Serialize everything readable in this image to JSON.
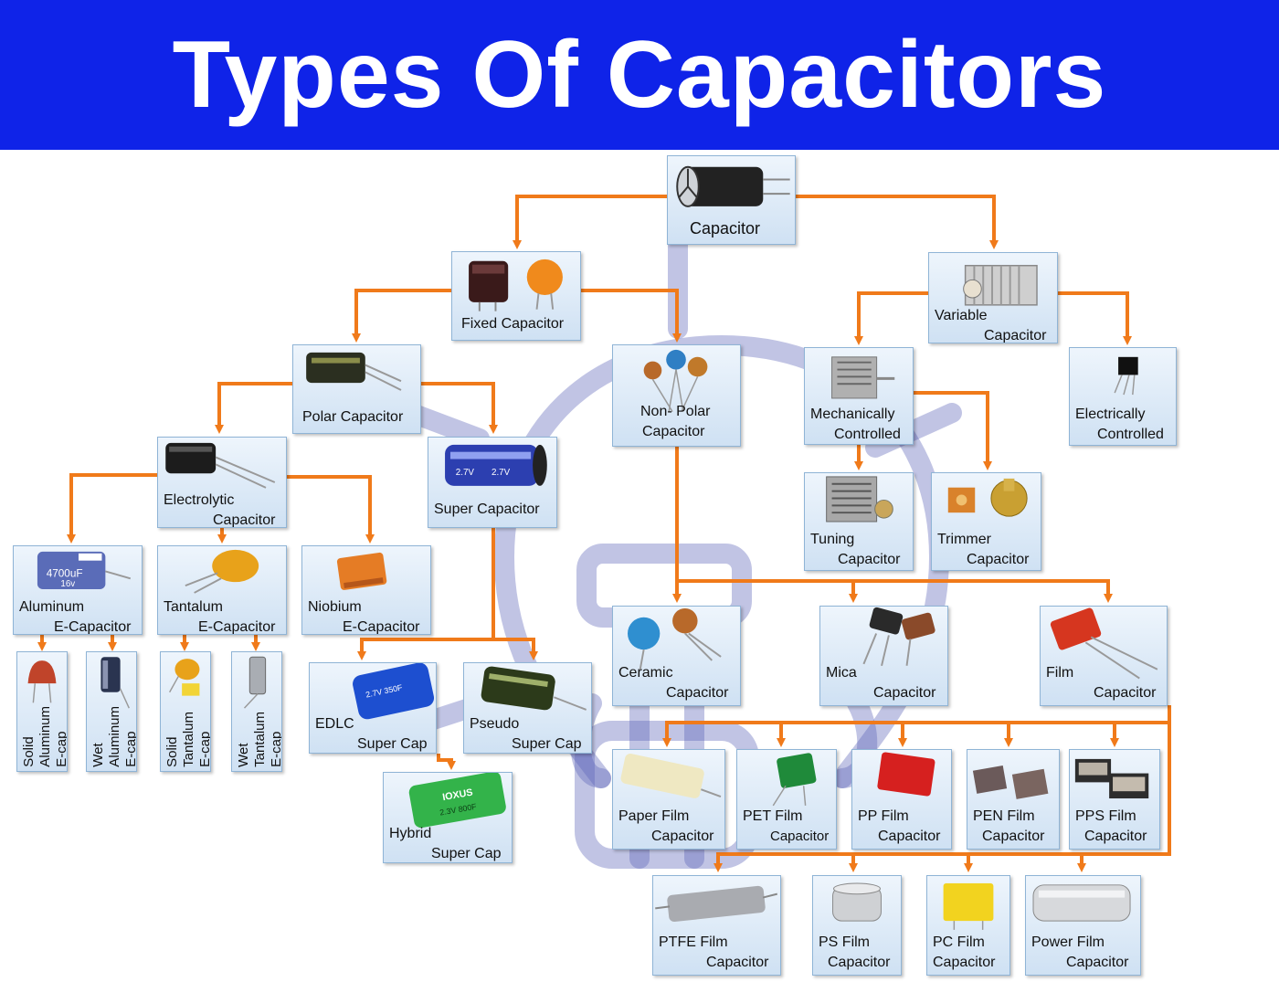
{
  "header": {
    "title": "Types Of Capacitors"
  },
  "colors": {
    "banner": "#0f23e8",
    "connector": "#f07a1a",
    "node_border": "#8fb4d6",
    "watermark": "#5b63b8"
  },
  "nodes": {
    "capacitor": [
      "Capacitor"
    ],
    "fixed": [
      "Fixed Capacitor"
    ],
    "variable": [
      "Variable",
      "Capacitor"
    ],
    "polar": [
      "Polar Capacitor"
    ],
    "nonpolar": [
      "Non- Polar",
      "Capacitor"
    ],
    "mechanical": [
      "Mechanically",
      "Controlled"
    ],
    "electrical": [
      "Electrically",
      "Controlled"
    ],
    "electrolytic": [
      "Electrolytic",
      "Capacitor"
    ],
    "super": [
      "Super Capacitor"
    ],
    "tuning": [
      "Tuning",
      "Capacitor"
    ],
    "trimmer": [
      "Trimmer",
      "Capacitor"
    ],
    "aluminum": [
      "Aluminum",
      "E-Capacitor"
    ],
    "tantalum": [
      "Tantalum",
      "E-Capacitor"
    ],
    "niobium": [
      "Niobium",
      "E-Capacitor"
    ],
    "ceramic": [
      "Ceramic",
      "Capacitor"
    ],
    "mica": [
      "Mica",
      "Capacitor"
    ],
    "film": [
      "Film",
      "Capacitor"
    ],
    "edlc": [
      "EDLC",
      "Super Cap"
    ],
    "pseudo": [
      "Pseudo",
      "Super Cap"
    ],
    "hybrid": [
      "Hybrid",
      "Super Cap"
    ],
    "paper": [
      "Paper Film",
      "Capacitor"
    ],
    "pet": [
      "PET Film",
      "Capacitor"
    ],
    "pp": [
      "PP Film",
      "Capacitor"
    ],
    "pen": [
      "PEN Film",
      "Capacitor"
    ],
    "pps": [
      "PPS Film",
      "Capacitor"
    ],
    "ptfe": [
      "PTFE Film",
      "Capacitor"
    ],
    "ps": [
      "PS Film",
      "Capacitor"
    ],
    "pc": [
      "PC Film",
      "Capacitor"
    ],
    "power": [
      "Power Film",
      "Capacitor"
    ]
  },
  "vertical_nodes": {
    "solid_al": [
      "Solid",
      "Aluminum",
      "E-cap"
    ],
    "wet_al": [
      "Wet",
      "Aluminum",
      "E-cap"
    ],
    "solid_ta": [
      "Solid",
      "Tantalum",
      "E-cap"
    ],
    "wet_ta": [
      "Wet",
      "Tantalum",
      "E-cap"
    ]
  },
  "part_markings": {
    "aluminum_cap": "4700uF",
    "aluminum_volt": "16v",
    "edlc_cap": "2.7V 350F",
    "hybrid_brand": "IOXUS",
    "hybrid_volt": "2.3V 800F",
    "super_volt": "2.7V"
  }
}
